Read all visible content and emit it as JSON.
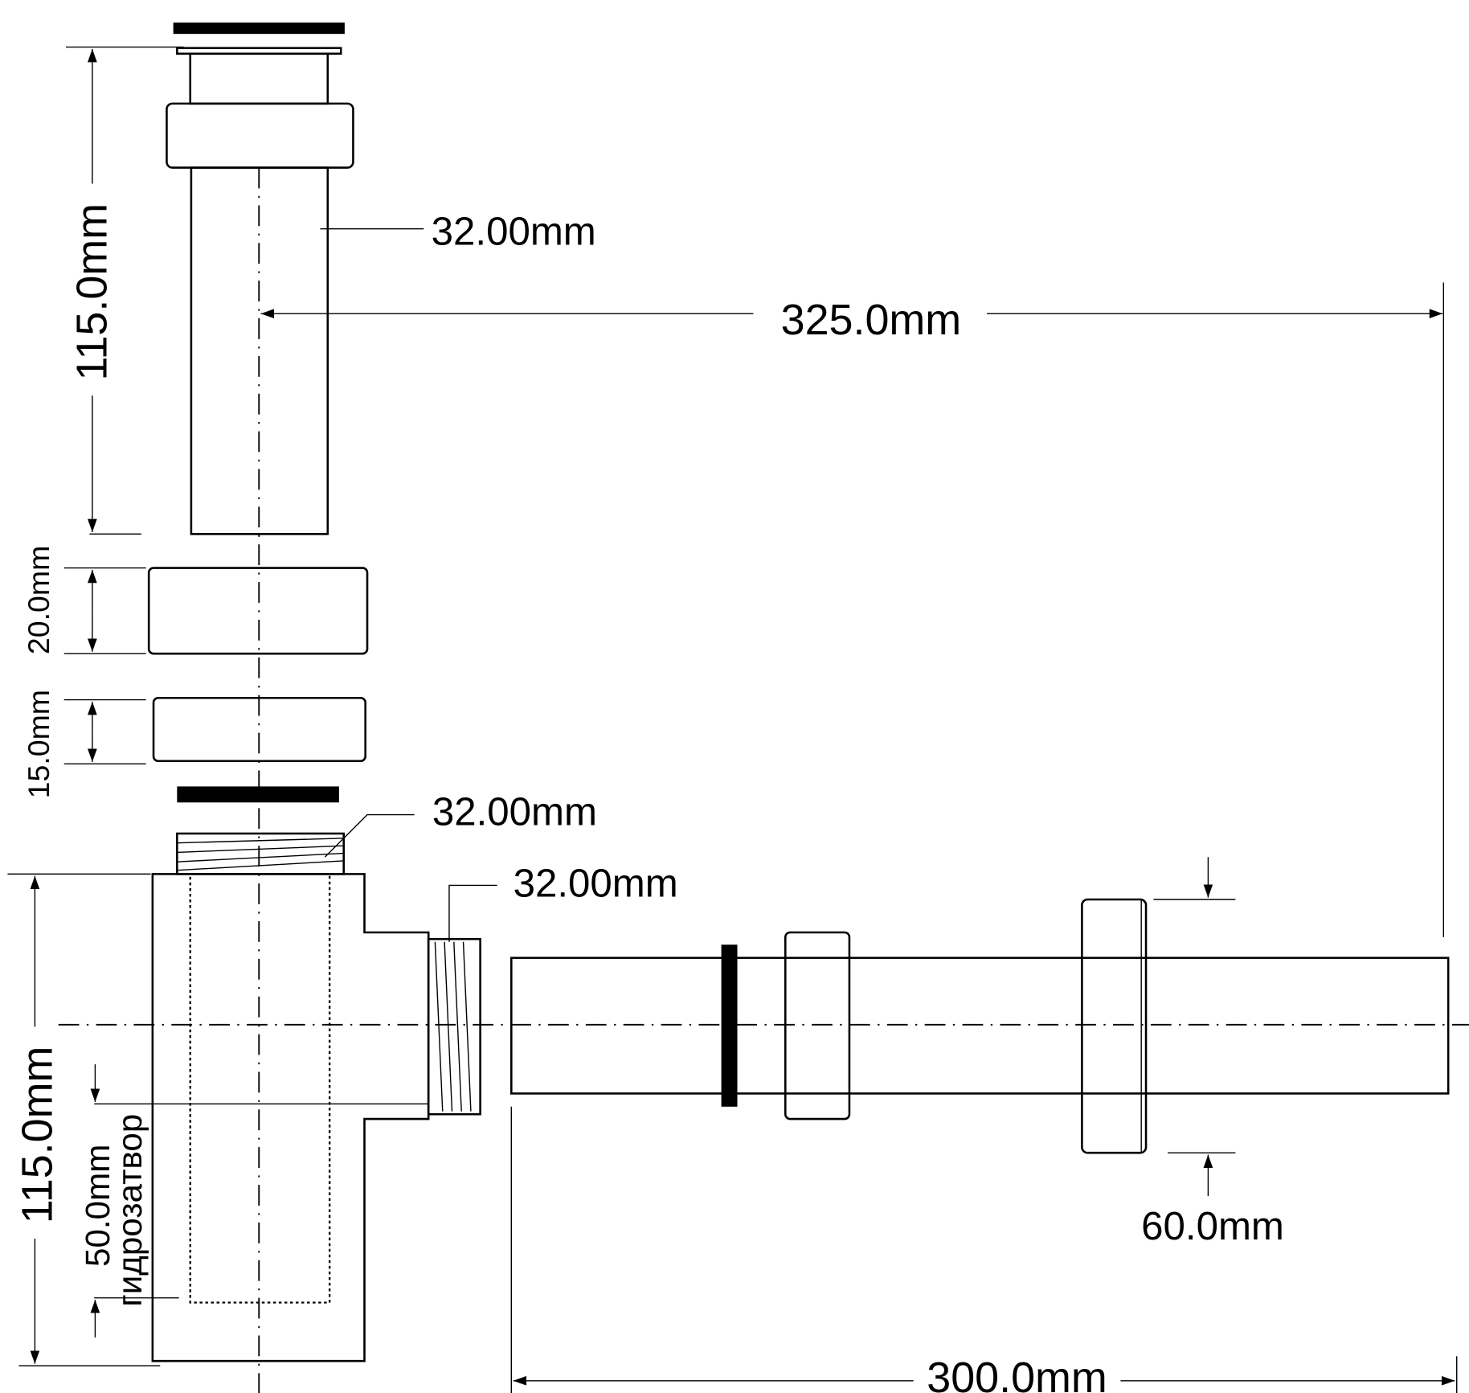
{
  "dimensions": {
    "top_pipe_diameter": "32.00mm",
    "total_depth": "325.0mm",
    "top_pipe_length": "115.0mm",
    "nut_height": "20.0mm",
    "ring_height": "15.0mm",
    "top_thread_diameter": "32.00mm",
    "side_thread_diameter": "32.00mm",
    "body_height": "115.0mm",
    "water_seal": "50.0mm",
    "water_seal_label": "гидрозатвор",
    "flange_diameter": "60.0mm",
    "outlet_pipe_length": "300.0mm"
  }
}
